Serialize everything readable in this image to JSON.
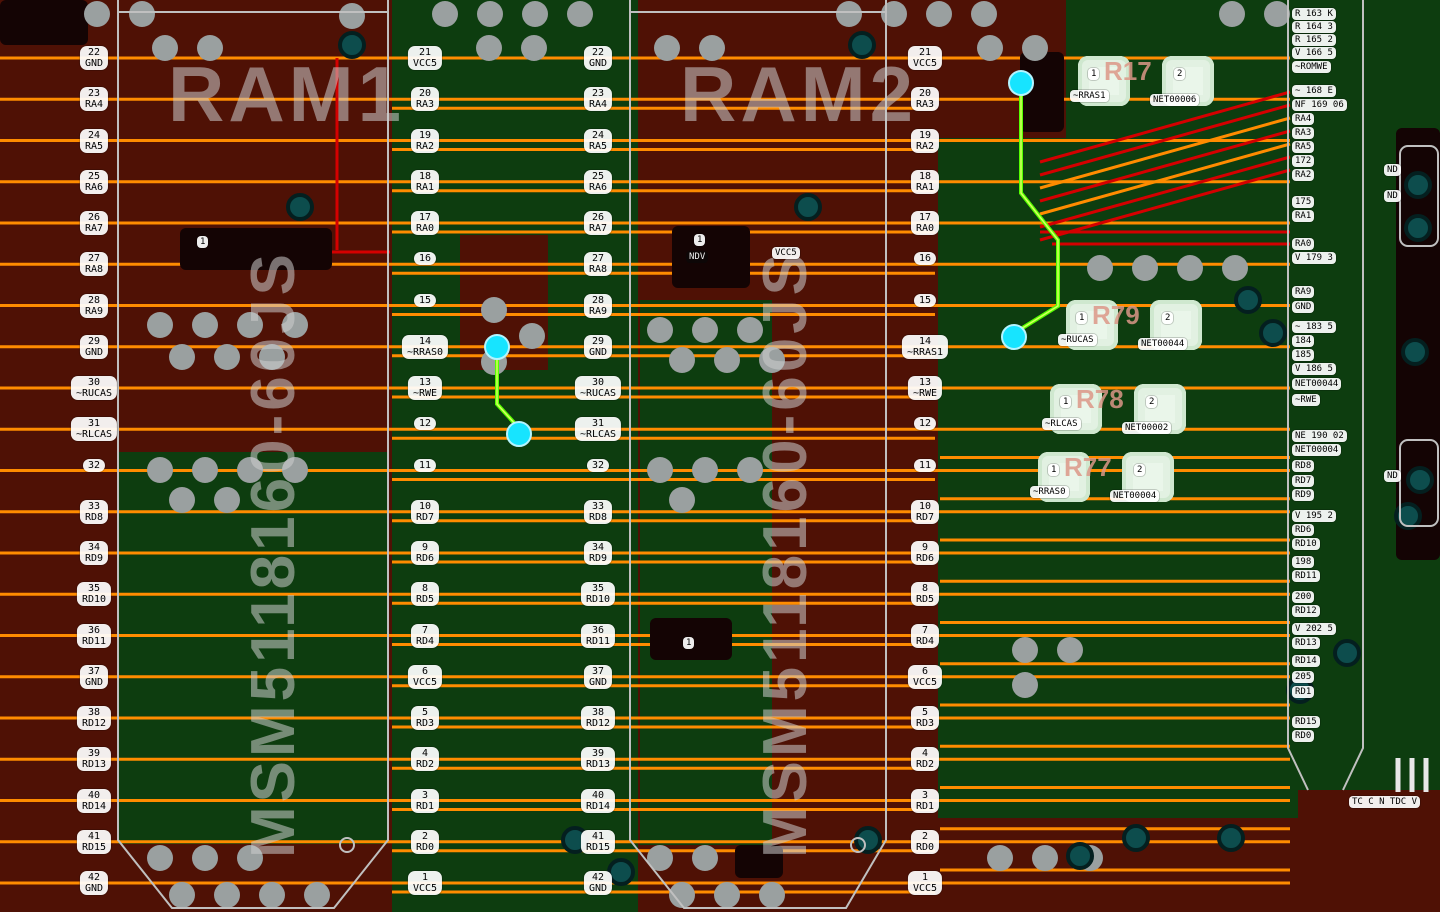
{
  "board": {
    "chips": [
      {
        "ref": "RAM1",
        "value": "MSM5118160-60JS",
        "left_pins": [
          [
            "22",
            "GND"
          ],
          [
            "23",
            "RA4"
          ],
          [
            "24",
            "RA5"
          ],
          [
            "25",
            "RA6"
          ],
          [
            "26",
            "RA7"
          ],
          [
            "27",
            "RA8"
          ],
          [
            "28",
            "RA9"
          ],
          [
            "29",
            "GND"
          ],
          [
            "30",
            "~RUCAS"
          ],
          [
            "31",
            "~RLCAS"
          ],
          [
            "32",
            ""
          ],
          [
            "33",
            "RD8"
          ],
          [
            "34",
            "RD9"
          ],
          [
            "35",
            "RD10"
          ],
          [
            "36",
            "RD11"
          ],
          [
            "37",
            "GND"
          ],
          [
            "38",
            "RD12"
          ],
          [
            "39",
            "RD13"
          ],
          [
            "40",
            "RD14"
          ],
          [
            "41",
            "RD15"
          ],
          [
            "42",
            "GND"
          ]
        ],
        "right_pins": [
          [
            "21",
            "VCC5"
          ],
          [
            "20",
            "RA3"
          ],
          [
            "19",
            "RA2"
          ],
          [
            "18",
            "RA1"
          ],
          [
            "17",
            "RA0"
          ],
          [
            "16",
            ""
          ],
          [
            "15",
            ""
          ],
          [
            "14",
            "~RRAS0"
          ],
          [
            "13",
            "~RWE"
          ],
          [
            "12",
            ""
          ],
          [
            "11",
            ""
          ],
          [
            "10",
            "RD7"
          ],
          [
            "9",
            "RD6"
          ],
          [
            "8",
            "RD5"
          ],
          [
            "7",
            "RD4"
          ],
          [
            "6",
            "VCC5"
          ],
          [
            "5",
            "RD3"
          ],
          [
            "4",
            "RD2"
          ],
          [
            "3",
            "RD1"
          ],
          [
            "2",
            "RD0"
          ],
          [
            "1",
            "VCC5"
          ]
        ]
      },
      {
        "ref": "RAM2",
        "value": "MSM5118160-60JS",
        "left_pins": [
          [
            "22",
            "GND"
          ],
          [
            "23",
            "RA4"
          ],
          [
            "24",
            "RA5"
          ],
          [
            "25",
            "RA6"
          ],
          [
            "26",
            "RA7"
          ],
          [
            "27",
            "RA8"
          ],
          [
            "28",
            "RA9"
          ],
          [
            "29",
            "GND"
          ],
          [
            "30",
            "~RUCAS"
          ],
          [
            "31",
            "~RLCAS"
          ],
          [
            "32",
            ""
          ],
          [
            "33",
            "RD8"
          ],
          [
            "34",
            "RD9"
          ],
          [
            "35",
            "RD10"
          ],
          [
            "36",
            "RD11"
          ],
          [
            "37",
            "GND"
          ],
          [
            "38",
            "RD12"
          ],
          [
            "39",
            "RD13"
          ],
          [
            "40",
            "RD14"
          ],
          [
            "41",
            "RD15"
          ],
          [
            "42",
            "GND"
          ]
        ],
        "right_pins": [
          [
            "21",
            "VCC5"
          ],
          [
            "20",
            "RA3"
          ],
          [
            "19",
            "RA2"
          ],
          [
            "18",
            "RA1"
          ],
          [
            "17",
            "RA0"
          ],
          [
            "16",
            ""
          ],
          [
            "15",
            ""
          ],
          [
            "14",
            "~RRAS1"
          ],
          [
            "13",
            "~RWE"
          ],
          [
            "12",
            ""
          ],
          [
            "11",
            ""
          ],
          [
            "10",
            "RD7"
          ],
          [
            "9",
            "RD6"
          ],
          [
            "8",
            "RD5"
          ],
          [
            "7",
            "RD4"
          ],
          [
            "6",
            "VCC5"
          ],
          [
            "5",
            "RD3"
          ],
          [
            "4",
            "RD2"
          ],
          [
            "3",
            "RD1"
          ],
          [
            "2",
            "RD0"
          ],
          [
            "1",
            "VCC5"
          ]
        ]
      }
    ],
    "resistors": [
      {
        "ref": "R17",
        "pad1_num": "1",
        "pad1_net": "~RRAS1",
        "pad2_num": "2",
        "pad2_net": "NET00006"
      },
      {
        "ref": "R79",
        "pad1_num": "1",
        "pad1_net": "~RUCAS",
        "pad2_num": "2",
        "pad2_net": "NET00044"
      },
      {
        "ref": "R78",
        "pad1_num": "1",
        "pad1_net": "~RLCAS",
        "pad2_num": "2",
        "pad2_net": "NET00002"
      },
      {
        "ref": "R77",
        "pad1_num": "1",
        "pad1_net": "~RRAS0",
        "pad2_num": "2",
        "pad2_net": "NET00004"
      }
    ],
    "connector_labels": [
      "R 163 K",
      "R 164 3",
      "R 165 2",
      "V 166 5",
      "~ROMWE",
      "~ 168 E",
      "NF 169 06",
      "RA4",
      "RA3",
      "RA5",
      "172",
      "RA2",
      "175",
      "RA1",
      "RA0",
      "V 179 3",
      "RA9",
      "GND",
      "~ 183 5",
      "184",
      "185",
      "V 186 5",
      "NET00044",
      "~RWE",
      "NE 190 02",
      "NET00004",
      "RD8",
      "RD7",
      "RD9",
      "V 195 2",
      "RD6",
      "RD10",
      "198",
      "RD11",
      "200",
      "RD12",
      "V 202 5",
      "RD13",
      "RD14",
      "205",
      "RD1",
      "RD15",
      "RD0"
    ],
    "edge_labels": [
      "ND",
      "ND",
      "ND",
      "TC C N TDC V"
    ],
    "misc_labels": [
      "1",
      "NDV",
      "VCC5",
      "1",
      "1"
    ],
    "colors": {
      "pour_maroon": "#4f1105",
      "pour_green": "#0d3d0f",
      "trace_orange": "#ff8c00",
      "trace_red": "#d40000",
      "highlight_green": "#54ff00",
      "via_cyan": "#17e4ff",
      "pad_gray": "#9aa0a0",
      "via_teal": "#0d4d4d"
    }
  }
}
